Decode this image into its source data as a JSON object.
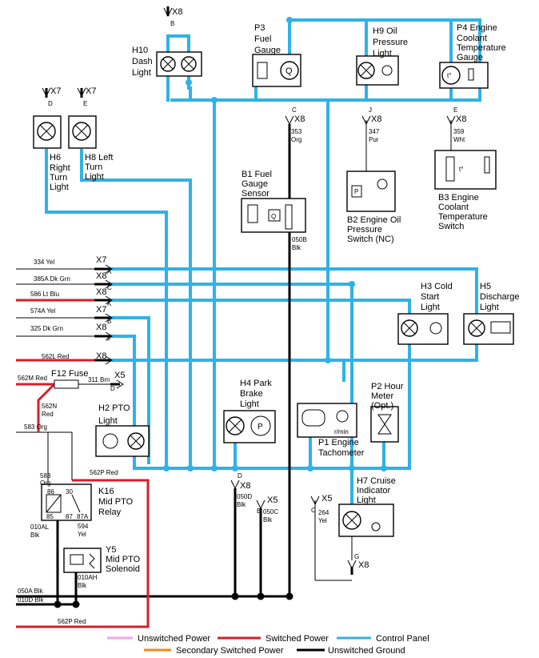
{
  "components": {
    "h10": "H10 Dash Light",
    "p3": "P3 Fuel Gauge",
    "h9": "H9 Oil Pressure Light",
    "p4": "P4 Engine Coolant Temperature Gauge",
    "h6": "H6 Right Turn Light",
    "h8": "H8 Left Turn Light",
    "b1": "B1 Fuel Gauge Sensor",
    "b2": "B2 Engine Oil Pressure Switch (NC)",
    "b3": "B3 Engine Coolant Temperature Switch",
    "h3": "H3 Cold Start Light",
    "h5": "H5 Discharge Light",
    "h4": "H4 Park Brake Light",
    "p2": "P2 Hour Meter (Opt.)",
    "p1": "P1 Engine Tachometer",
    "h2": "H2 PTO Light",
    "f12": "F12 Fuse",
    "k16": "K16 Mid PTO Relay",
    "y5": "Y5 Mid PTO Solenoid",
    "h7": "H7 Cruise Indicator Light"
  },
  "connectors": {
    "x8": "X8",
    "x7": "X7",
    "x5": "X5",
    "pins": {
      "b": "B",
      "d": "D",
      "e": "E",
      "c": "C",
      "j": "J",
      "a": "A",
      "k": "K",
      "f": "F",
      "g": "G"
    }
  },
  "wires": {
    "w353": "353",
    "org": "Org",
    "w347": "347",
    "pur": "Pur",
    "w359": "359",
    "wht": "Wht",
    "w050b": "050B",
    "blk": "Blk",
    "w334": "334 Yel",
    "w385a": "385A Dk Grn",
    "w586": "586 Lt Blu",
    "w574a": "574A Yel",
    "w325": "325 Dk Grn",
    "w562l": "562L Red",
    "w562m": "562M Red",
    "w311": "311 Brn",
    "w562n": "562N",
    "red": "Red",
    "w583": "583 Org",
    "w583b": "583",
    "w562p": "562P Red",
    "w010al": "010AL",
    "w594": "594",
    "yel": "Yel",
    "w010ah": "010AH",
    "w050a": "050A Blk",
    "w010d": "010D Blk",
    "w050d": "050D",
    "w050c": "050C",
    "w264": "264",
    "relay_pins": {
      "p86": "86",
      "p30": "30",
      "p85": "85",
      "p87": "87",
      "p87a": "87A"
    }
  },
  "misc": {
    "rmin": "r/min"
  },
  "legend": {
    "unswitched_power": "Unswitched Power",
    "switched_power": "Switched Power",
    "control_panel": "Control Panel",
    "secondary_switched_power": "Secondary Switched Power",
    "unswitched_ground": "Unswitched Ground",
    "colors": {
      "unswitched_power": "#f4a6e6",
      "switched_power": "#d81e2a",
      "control_panel": "#2fb2e6",
      "secondary_switched_power": "#f08a1c",
      "unswitched_ground": "#000000"
    }
  }
}
